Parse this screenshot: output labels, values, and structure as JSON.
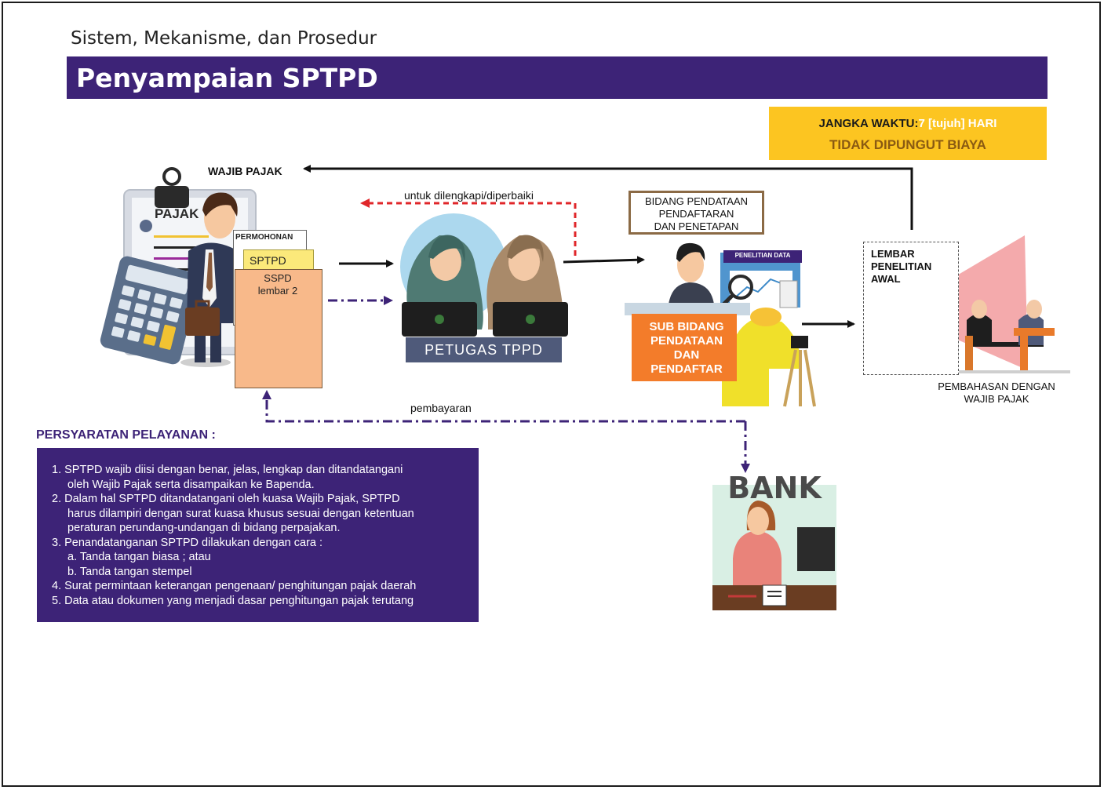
{
  "header": {
    "subtitle": "Sistem, Mekanisme, dan Prosedur",
    "title": "Penyampaian SPTPD"
  },
  "info_box": {
    "label": "JANGKA WAKTU",
    "separator": " : ",
    "value": "7 [tujuh] HARI",
    "fee": "TIDAK DIPUNGUT BIAYA"
  },
  "flow": {
    "wajib_pajak": "WAJIB PAJAK",
    "return_label": "untuk dilengkapi/diperbaiki",
    "payment_label": "pembayaran",
    "petugas": "PETUGAS TPPD",
    "bidang": [
      "BIDANG PENDATAAN",
      "PENDAFTARAN",
      "DAN PENETAPAN"
    ],
    "penelitian_tag": "PENELITIAN DATA",
    "sub_bidang": [
      "SUB BIDANG",
      "PENDATAAN",
      "DAN",
      "PENDAFTAR"
    ],
    "lembar": [
      "LEMBAR",
      "PENELITIAN",
      "AWAL"
    ],
    "pembahasan": [
      "PEMBAHASAN DENGAN",
      "WAJIB PAJAK"
    ],
    "bank": "BANK",
    "pajak_board": "PAJAK"
  },
  "documents": {
    "permohonan": "PERMOHONAN",
    "sptpd": "SPTPD",
    "sspd": [
      "SSPD",
      "lembar 2"
    ]
  },
  "requirements": {
    "title": "PERSYARATAN PELAYANAN :",
    "lines": [
      "1. SPTPD wajib diisi dengan benar, jelas, lengkap dan ditandatangani",
      "    oleh Wajib Pajak serta disampaikan ke Bapenda.",
      "2. Dalam hal SPTPD ditandatangani oleh kuasa Wajib Pajak, SPTPD",
      "    harus dilampiri dengan surat kuasa khusus sesuai dengan ketentuan",
      "    peraturan perundang-undangan di bidang perpajakan.",
      "3. Penandatanganan SPTPD dilakukan dengan cara :",
      "    a. Tanda tangan biasa ; atau",
      "    b. Tanda tangan stempel",
      "4. Surat permintaan keterangan pengenaan/ penghitungan pajak daerah",
      "5. Data atau dokumen yang menjadi dasar penghitungan pajak terutang"
    ]
  },
  "colors": {
    "primary": "#3d2377",
    "accent_yellow": "#fcc521",
    "accent_orange": "#f37c2a",
    "return_red": "#e0262a"
  }
}
